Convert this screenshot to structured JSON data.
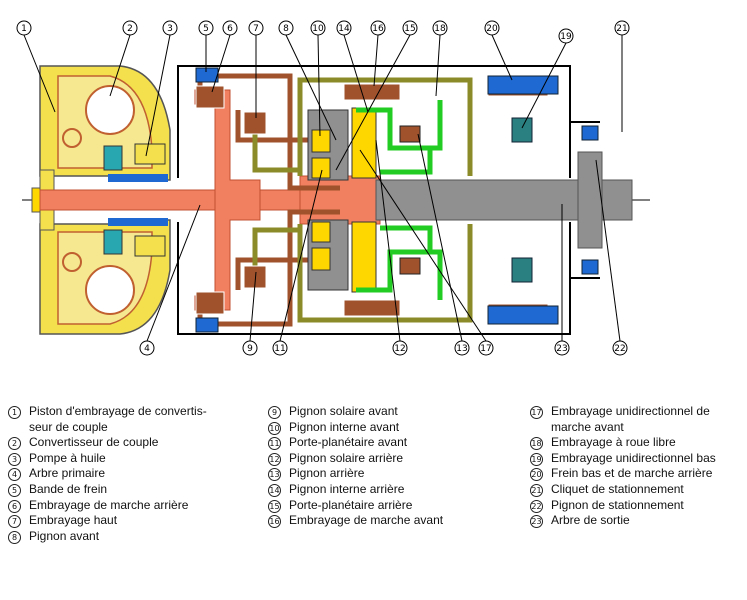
{
  "callouts": [
    "1",
    "2",
    "3",
    "4",
    "5",
    "6",
    "7",
    "8",
    "9",
    "10",
    "11",
    "12",
    "13",
    "14",
    "15",
    "16",
    "17",
    "18",
    "19",
    "20",
    "21",
    "22",
    "23"
  ],
  "legend": [
    {
      "num": "1",
      "text": "Piston d'embrayage de convertis-\nseur de couple"
    },
    {
      "num": "2",
      "text": "Convertisseur de couple"
    },
    {
      "num": "3",
      "text": "Pompe à huile"
    },
    {
      "num": "4",
      "text": "Arbre primaire"
    },
    {
      "num": "5",
      "text": "Bande de frein"
    },
    {
      "num": "6",
      "text": "Embrayage de marche arrière"
    },
    {
      "num": "7",
      "text": "Embrayage haut"
    },
    {
      "num": "8",
      "text": "Pignon avant"
    },
    {
      "num": "9",
      "text": "Pignon solaire avant"
    },
    {
      "num": "10",
      "text": "Pignon interne avant"
    },
    {
      "num": "11",
      "text": "Porte-planétaire avant"
    },
    {
      "num": "12",
      "text": "Pignon solaire arrière"
    },
    {
      "num": "13",
      "text": "Pignon arrière"
    },
    {
      "num": "14",
      "text": "Pignon interne arrière"
    },
    {
      "num": "15",
      "text": "Porte-planétaire arrière"
    },
    {
      "num": "16",
      "text": "Embrayage de marche avant"
    },
    {
      "num": "17",
      "text": "Embrayage unidirectionnel de\nmarche avant"
    },
    {
      "num": "18",
      "text": "Embrayage à roue libre"
    },
    {
      "num": "19",
      "text": "Embrayage unidirectionnel bas"
    },
    {
      "num": "20",
      "text": "Frein bas et de marche arrière"
    },
    {
      "num": "21",
      "text": "Cliquet de stationnement"
    },
    {
      "num": "22",
      "text": "Pignon de stationnement"
    },
    {
      "num": "23",
      "text": "Arbre de sortie"
    }
  ],
  "colors": {
    "housing": "#000000",
    "converter": "#f4e04d",
    "converter_core": "#e8a070",
    "input_shaft": "#f08060",
    "brown": "#a0522d",
    "olive": "#8b8b2a",
    "output_shaft": "#909090",
    "gear_yellow": "#ffd700",
    "green": "#22cc22",
    "blue": "#1e6ad2",
    "teal": "#2a8080"
  }
}
